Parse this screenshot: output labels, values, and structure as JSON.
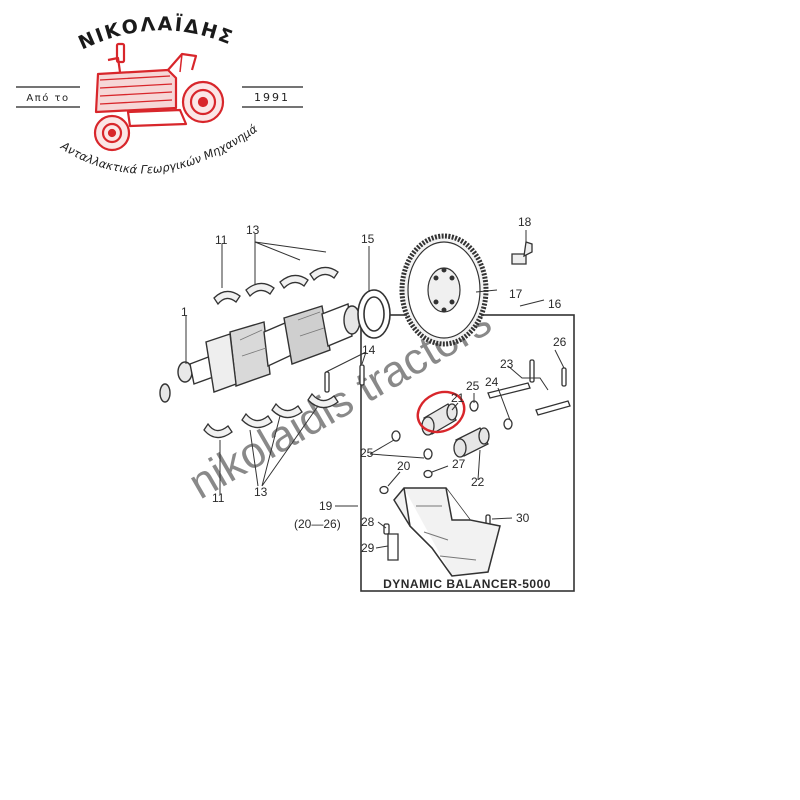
{
  "logo": {
    "brand": "ΝΙΚΟΛΑΪΔΗΣ",
    "since_label": "Από το",
    "since_year": "1991",
    "tagline": "Ανταλλακτικά Γεωργικών Μηχανημάτων",
    "accent_color": "#d8262b"
  },
  "diagram": {
    "watermark": "nikolaidis tractors",
    "panel_title": "DYNAMIC BALANCER-5000",
    "group_label": "(20—26)",
    "highlighted_part": "21",
    "highlight_color": "#d8262b",
    "callouts": {
      "c1": "1",
      "c11a": "11",
      "c11b": "11",
      "c13a": "13",
      "c13b": "13",
      "c14": "14",
      "c15": "15",
      "c16": "16",
      "c17": "17",
      "c18": "18",
      "c19": "19",
      "c20": "20",
      "c21": "21",
      "c22": "22",
      "c23": "23",
      "c24": "24",
      "c25a": "25",
      "c25b": "25",
      "c26": "26",
      "c27": "27",
      "c28": "28",
      "c29": "29",
      "c30": "30"
    }
  }
}
